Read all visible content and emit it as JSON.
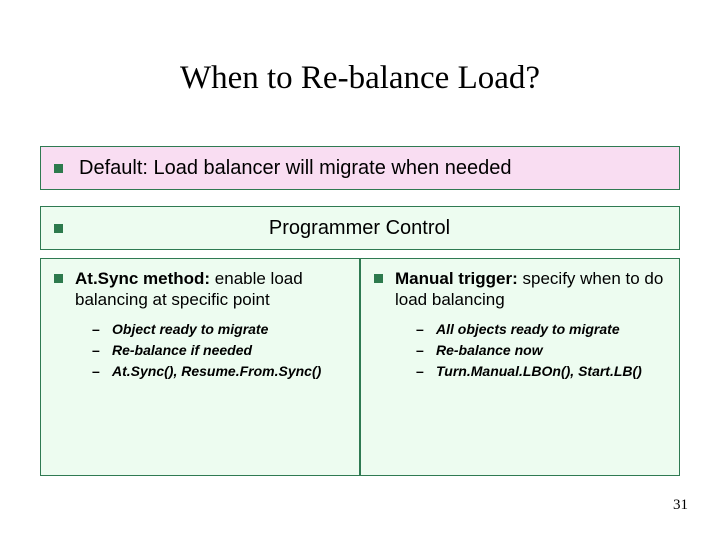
{
  "slide": {
    "title": "When to Re-balance Load?",
    "page_number": "31",
    "rows": {
      "default": {
        "text": "Default: Load balancer will migrate when needed",
        "bullet": "square-bullet"
      },
      "programmer": {
        "text": "Programmer Control",
        "bullet": "square-bullet"
      }
    },
    "columns": [
      {
        "heading_bold": "At.Sync method:",
        "heading_rest": " enable load balancing at specific point",
        "bullet": "square-bullet",
        "sub_items": [
          "Object ready to migrate",
          "Re-balance if needed",
          "At.Sync(), Resume.From.Sync()"
        ]
      },
      {
        "heading_bold": "Manual trigger:",
        "heading_rest": " specify when to do load balancing",
        "bullet": "square-bullet",
        "sub_items": [
          "All objects ready to migrate",
          "Re-balance now",
          "Turn.Manual.LBOn(), Start.LB()"
        ]
      }
    ],
    "colors": {
      "pink_box": "#f9ddf2",
      "green_box": "#edfcf0",
      "border": "#2f7a52",
      "bullet": "#2d7a4d"
    }
  }
}
